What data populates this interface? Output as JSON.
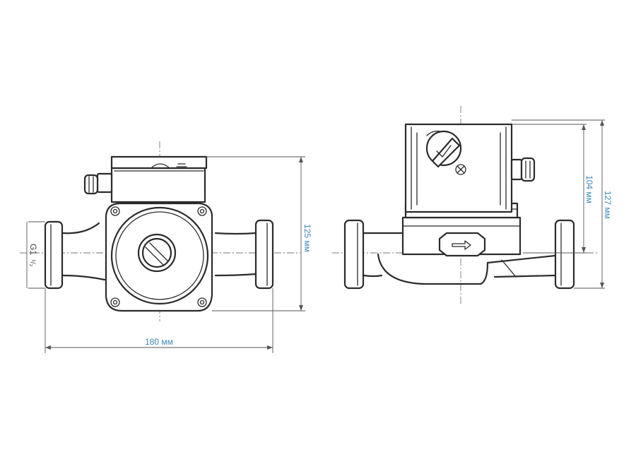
{
  "dimensions": {
    "width_label": "180 мм",
    "height_front_label": "125 мм",
    "thread_main": "G1",
    "thread_frac": "¹/₂",
    "height_motor_label": "104 мм",
    "height_total_label": "127 мм"
  },
  "colors": {
    "line": "#2b2b2b",
    "dimension_text_accent": "#3e87b8",
    "dimension_text_dark": "#3f3f3f"
  }
}
